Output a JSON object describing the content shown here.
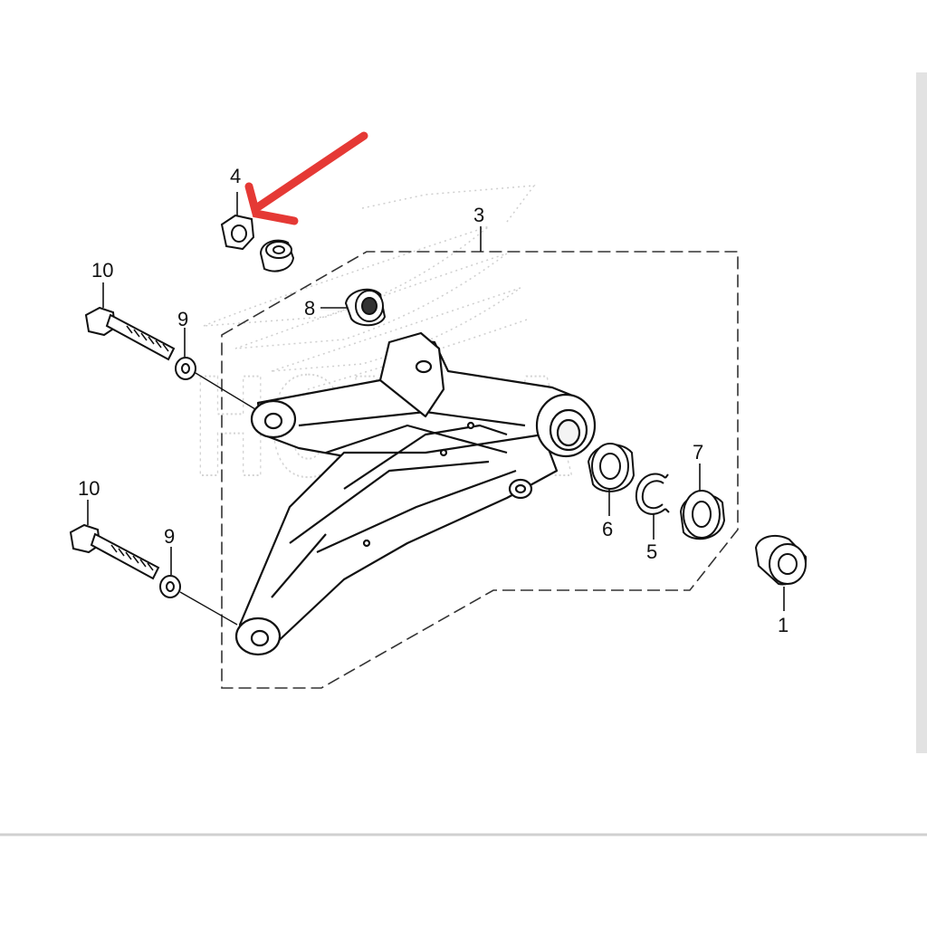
{
  "figure": {
    "callouts": {
      "c1": "1",
      "c3": "3",
      "c4": "4",
      "c5": "5",
      "c6": "6",
      "c7": "7",
      "c8": "8",
      "c9a": "9",
      "c9b": "9",
      "c10a": "10",
      "c10b": "10"
    },
    "watermark": "HONDA",
    "colors": {
      "line": "#111111",
      "frame": "#333333",
      "highlight_arrow": "#e53935",
      "watermark": "#d4d4d4",
      "bottom_rule": "#d0d0d0",
      "right_edge": "#e2e2e2"
    }
  }
}
